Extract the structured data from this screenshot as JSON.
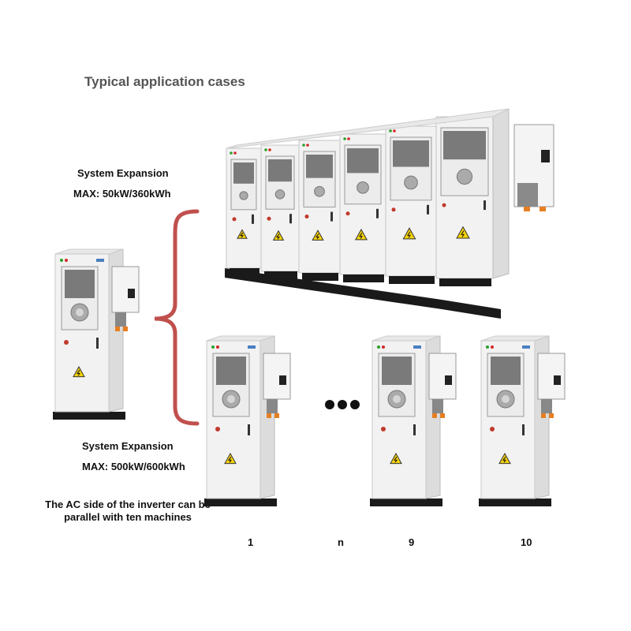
{
  "title": "Typical application cases",
  "expansion_a": {
    "title": "System Expansion",
    "max": "MAX:  50kW/360kWh"
  },
  "expansion_b": {
    "title": "System Expansion",
    "max": "MAX:  500kW/600kWh"
  },
  "note": "The AC side of the inverter can be parallel with ten machines",
  "unit_labels": [
    "1",
    "n",
    "9",
    "10"
  ],
  "colors": {
    "bracket": "#c0504d",
    "cabinet": "#f2f2f2",
    "warning": "#f5d20a",
    "base": "#1a1a1a"
  }
}
